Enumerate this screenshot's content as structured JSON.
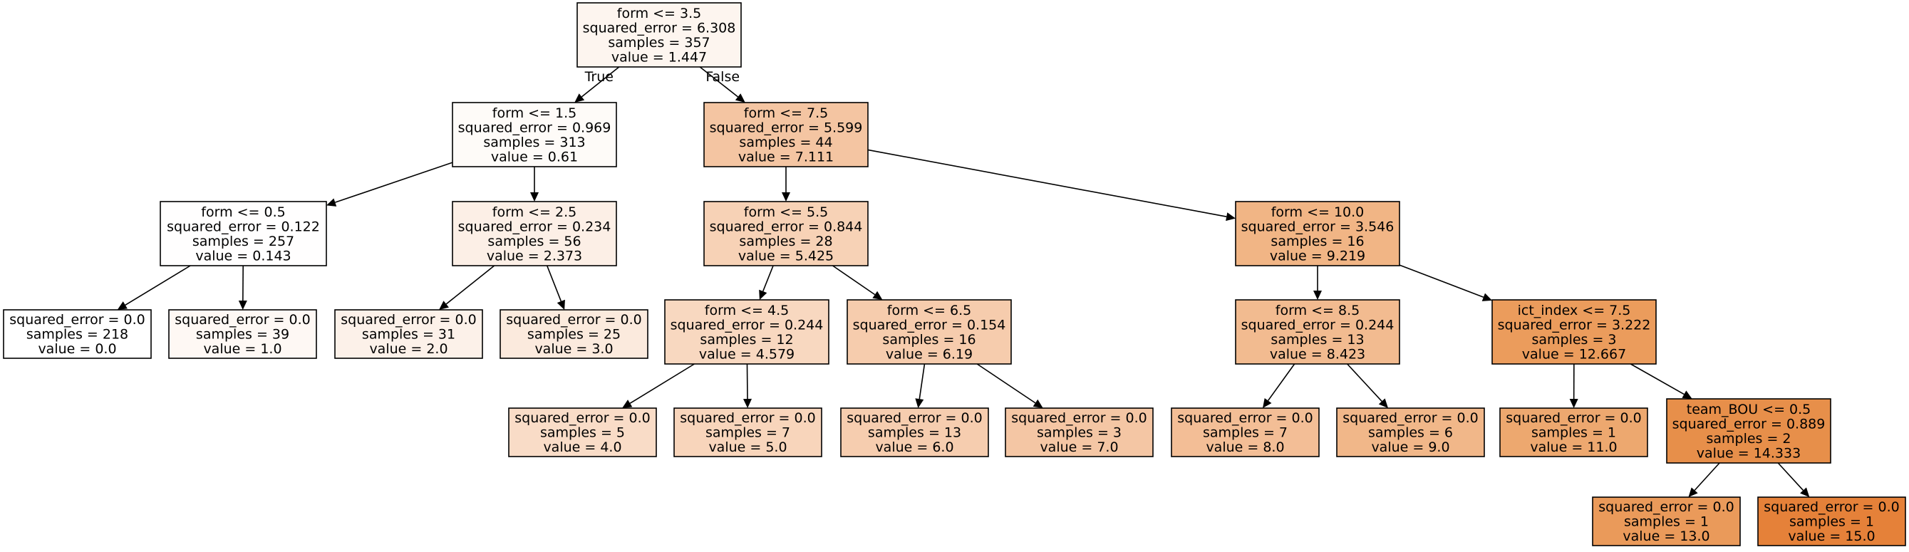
{
  "nodes": {
    "n0": {
      "lines": [
        "form <= 3.5",
        "squared_error = 6.308",
        "samples = 357",
        "value = 1.447"
      ],
      "fill": "#fdf5ef"
    },
    "n1": {
      "lines": [
        "form <= 1.5",
        "squared_error = 0.969",
        "samples = 313",
        "value = 0.61"
      ],
      "fill": "#fefbf8"
    },
    "n2": {
      "lines": [
        "form <= 0.5",
        "squared_error = 0.122",
        "samples = 257",
        "value = 0.143"
      ],
      "fill": "#fffefe"
    },
    "n3": {
      "lines": [
        "squared_error = 0.0",
        "samples = 218",
        "value = 0.0"
      ],
      "fill": "#ffffff"
    },
    "n4": {
      "lines": [
        "squared_error = 0.0",
        "samples = 39",
        "value = 1.0"
      ],
      "fill": "#fef8f4"
    },
    "n5": {
      "lines": [
        "form <= 2.5",
        "squared_error = 0.234",
        "samples = 56",
        "value = 2.373"
      ],
      "fill": "#fcefe6"
    },
    "n6": {
      "lines": [
        "squared_error = 0.0",
        "samples = 31",
        "value = 2.0"
      ],
      "fill": "#fcf1e9"
    },
    "n7": {
      "lines": [
        "squared_error = 0.0",
        "samples = 25",
        "value = 3.0"
      ],
      "fill": "#fbeadd"
    },
    "n8": {
      "lines": [
        "form <= 7.5",
        "squared_error = 5.599",
        "samples = 44",
        "value = 7.111"
      ],
      "fill": "#f4c5a2"
    },
    "n9": {
      "lines": [
        "form <= 5.5",
        "squared_error = 0.844",
        "samples = 28",
        "value = 5.425"
      ],
      "fill": "#f7d2b6"
    },
    "n10": {
      "lines": [
        "form <= 4.5",
        "squared_error = 0.244",
        "samples = 12",
        "value = 4.579"
      ],
      "fill": "#f8d8c0"
    },
    "n11": {
      "lines": [
        "squared_error = 0.0",
        "samples = 5",
        "value = 4.0"
      ],
      "fill": "#f9dcc7"
    },
    "n12": {
      "lines": [
        "squared_error = 0.0",
        "samples = 7",
        "value = 5.0"
      ],
      "fill": "#f8d5bb"
    },
    "n13": {
      "lines": [
        "form <= 6.5",
        "squared_error = 0.154",
        "samples = 16",
        "value = 6.19"
      ],
      "fill": "#f6ccad"
    },
    "n14": {
      "lines": [
        "squared_error = 0.0",
        "samples = 13",
        "value = 6.0"
      ],
      "fill": "#f6cdaf"
    },
    "n15": {
      "lines": [
        "squared_error = 0.0",
        "samples = 3",
        "value = 7.0"
      ],
      "fill": "#f4c6a4"
    },
    "n16": {
      "lines": [
        "form <= 10.0",
        "squared_error = 3.546",
        "samples = 16",
        "value = 9.219"
      ],
      "fill": "#f1b585"
    },
    "n17": {
      "lines": [
        "form <= 8.5",
        "squared_error = 0.244",
        "samples = 13",
        "value = 8.423"
      ],
      "fill": "#f2bb90"
    },
    "n18": {
      "lines": [
        "squared_error = 0.0",
        "samples = 7",
        "value = 8.0"
      ],
      "fill": "#f3be96"
    },
    "n19": {
      "lines": [
        "squared_error = 0.0",
        "samples = 6",
        "value = 9.0"
      ],
      "fill": "#f1b789"
    },
    "n20": {
      "lines": [
        "ict_index <= 7.5",
        "squared_error = 3.222",
        "samples = 3",
        "value = 12.667"
      ],
      "fill": "#eb9c5c"
    },
    "n21": {
      "lines": [
        "squared_error = 0.0",
        "samples = 1",
        "value = 11.0"
      ],
      "fill": "#eda86f"
    },
    "n22": {
      "lines": [
        "team_BOU <= 0.5",
        "squared_error = 0.889",
        "samples = 2",
        "value = 14.333"
      ],
      "fill": "#e78f4a"
    },
    "n23": {
      "lines": [
        "squared_error = 0.0",
        "samples = 1",
        "value = 13.0"
      ],
      "fill": "#ea9a5a"
    },
    "n24": {
      "lines": [
        "squared_error = 0.0",
        "samples = 1",
        "value = 15.0"
      ],
      "fill": "#e58139"
    }
  },
  "edges": [
    {
      "from": "n0",
      "to": "n1",
      "label": "True"
    },
    {
      "from": "n0",
      "to": "n8",
      "label": "False"
    },
    {
      "from": "n1",
      "to": "n2"
    },
    {
      "from": "n1",
      "to": "n5"
    },
    {
      "from": "n2",
      "to": "n3"
    },
    {
      "from": "n2",
      "to": "n4"
    },
    {
      "from": "n5",
      "to": "n6"
    },
    {
      "from": "n5",
      "to": "n7"
    },
    {
      "from": "n8",
      "to": "n9"
    },
    {
      "from": "n8",
      "to": "n16"
    },
    {
      "from": "n9",
      "to": "n10"
    },
    {
      "from": "n9",
      "to": "n13"
    },
    {
      "from": "n10",
      "to": "n11"
    },
    {
      "from": "n10",
      "to": "n12"
    },
    {
      "from": "n13",
      "to": "n14"
    },
    {
      "from": "n13",
      "to": "n15"
    },
    {
      "from": "n16",
      "to": "n17"
    },
    {
      "from": "n16",
      "to": "n20"
    },
    {
      "from": "n17",
      "to": "n18"
    },
    {
      "from": "n17",
      "to": "n19"
    },
    {
      "from": "n20",
      "to": "n21"
    },
    {
      "from": "n20",
      "to": "n22"
    },
    {
      "from": "n22",
      "to": "n23"
    },
    {
      "from": "n22",
      "to": "n24"
    }
  ]
}
